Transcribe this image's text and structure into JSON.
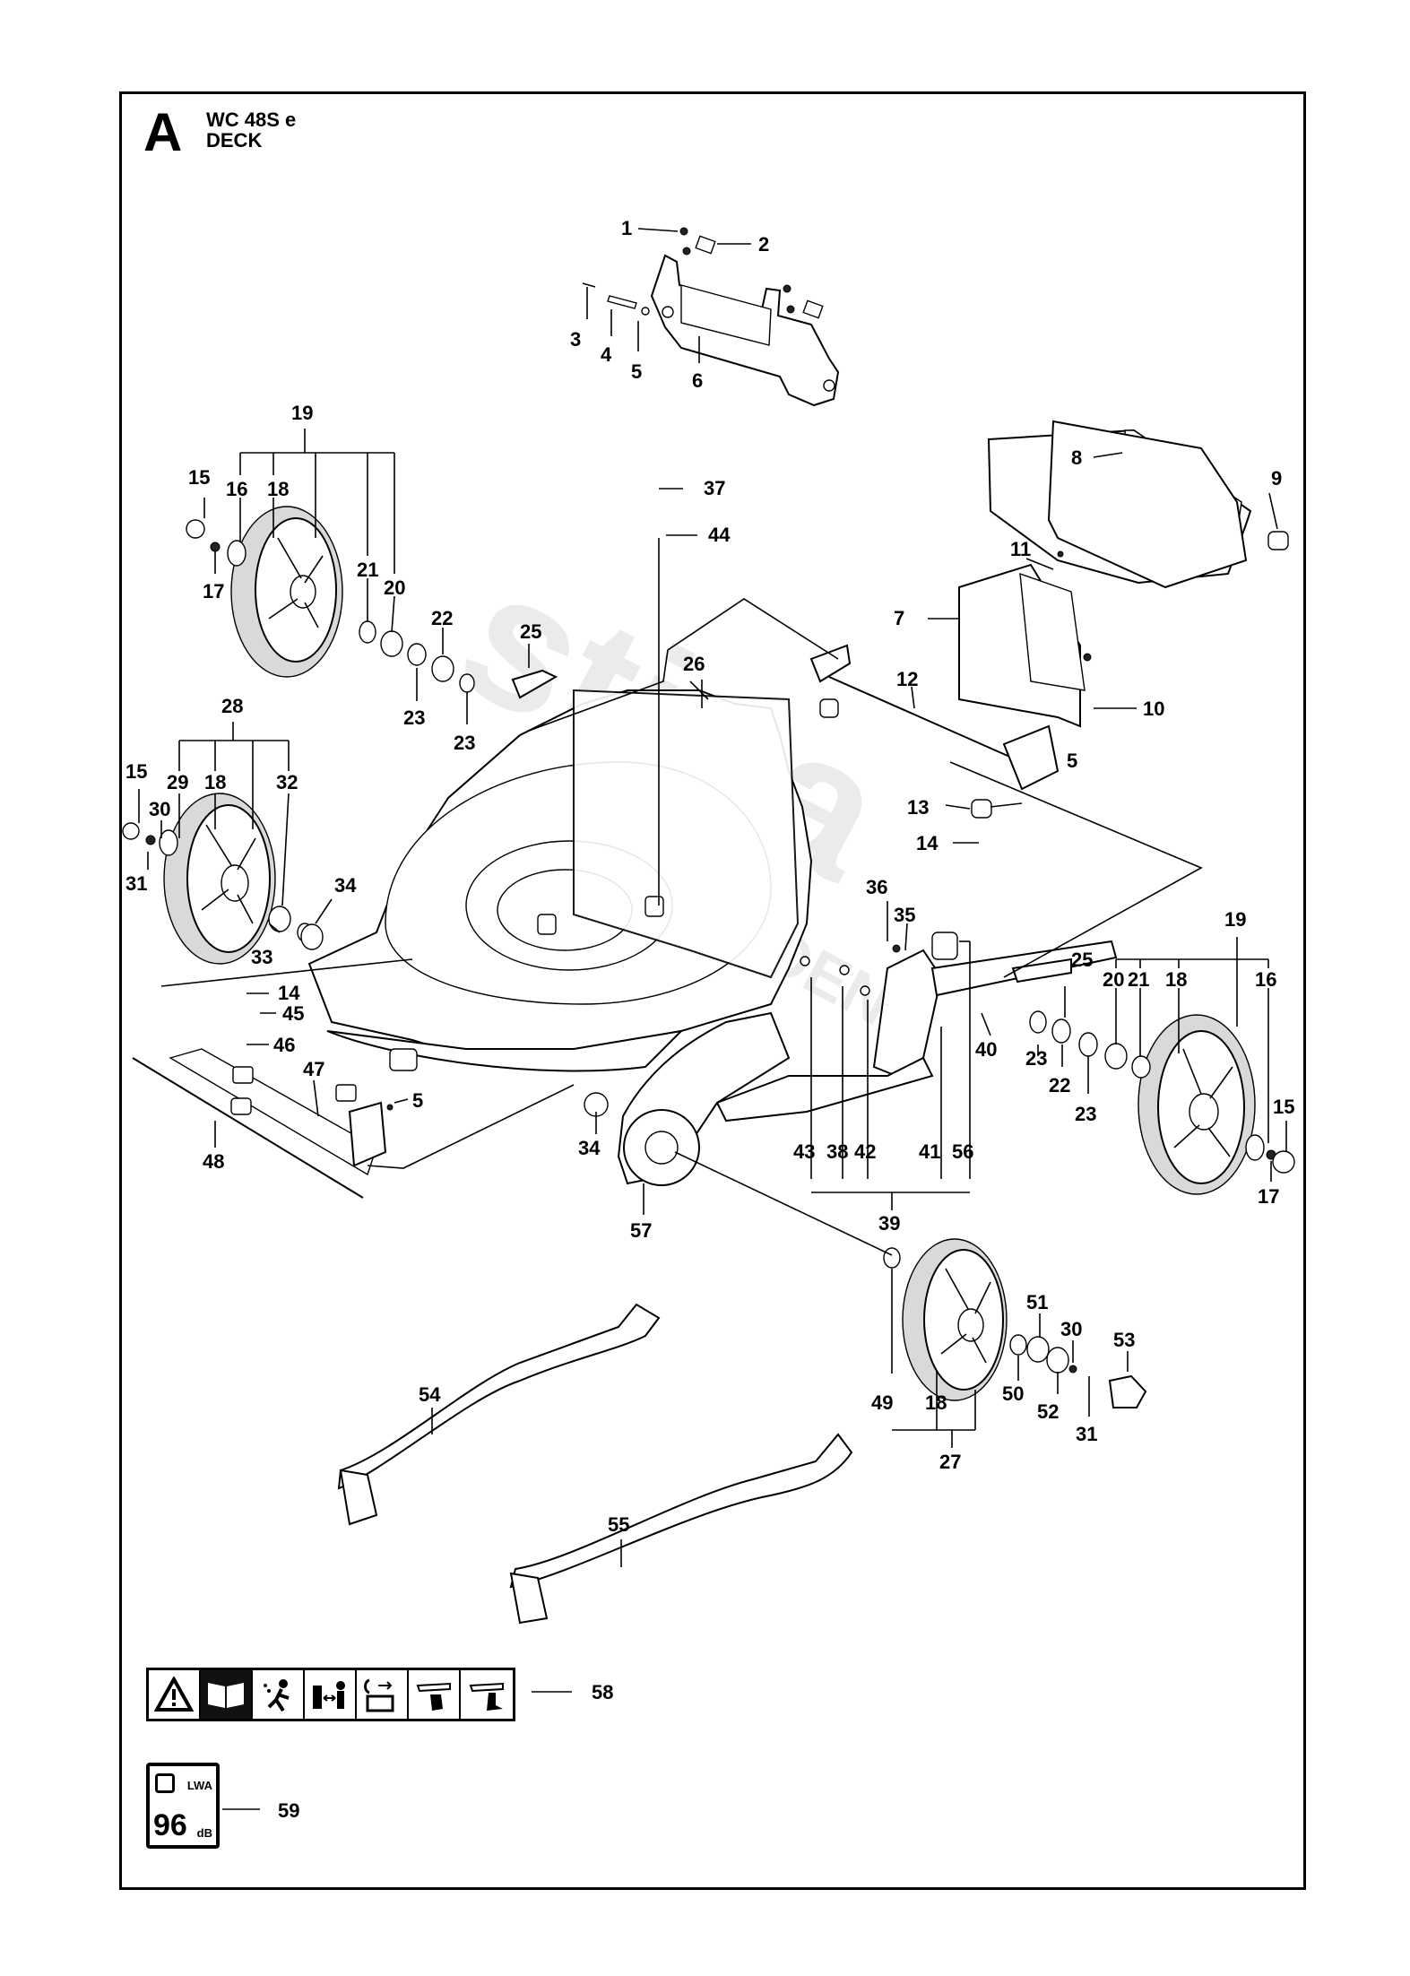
{
  "header": {
    "section_letter": "A",
    "model": "WC 48S e",
    "assembly": "DECK"
  },
  "callouts": {
    "c1": "1",
    "c2": "2",
    "c3": "3",
    "c4": "4",
    "c5a": "5",
    "c6": "6",
    "c7": "7",
    "c8": "8",
    "c9": "9",
    "c10": "10",
    "c11": "11",
    "c12": "12",
    "c13": "13",
    "c14a": "14",
    "c5b": "5",
    "c19a": "19",
    "c15a": "15",
    "c16a": "16",
    "c18a": "18",
    "c17a": "17",
    "c21a": "21",
    "c20a": "20",
    "c22a": "22",
    "c23a": "23",
    "c23b": "23",
    "c25a": "25",
    "c26": "26",
    "c37": "37",
    "c44": "44",
    "c28": "28",
    "c15b": "15",
    "c29": "29",
    "c18b": "18",
    "c32": "32",
    "c30a": "30",
    "c31a": "31",
    "c34a": "34",
    "c33": "33",
    "c14b": "14",
    "c45": "45",
    "c46": "46",
    "c47": "47",
    "c5c": "5",
    "c48": "48",
    "c34b": "34",
    "c57": "57",
    "c36": "36",
    "c35": "35",
    "c40": "40",
    "c43": "43",
    "c38": "38",
    "c42": "42",
    "c41": "41",
    "c56": "56",
    "c39": "39",
    "c19b": "19",
    "c25b": "25",
    "c20b": "20",
    "c21b": "21",
    "c18c": "18",
    "c16b": "16",
    "c23c": "23",
    "c22b": "22",
    "c23d": "23",
    "c15c": "15",
    "c17b": "17",
    "c51": "51",
    "c30b": "30",
    "c53": "53",
    "c49": "49",
    "c18d": "18",
    "c50": "50",
    "c52": "52",
    "c31b": "31",
    "c27": "27",
    "c54": "54",
    "c55": "55",
    "c58": "58",
    "c59": "59"
  },
  "warning_decal": {
    "icons": [
      "warning-triangle-icon",
      "manual-book-icon",
      "thrown-objects-icon",
      "keep-distance-icon",
      "disconnect-spark-plug-icon",
      "blade-hand-hazard-icon",
      "blade-foot-hazard-icon"
    ]
  },
  "noise_decal": {
    "value": "96",
    "lwa": "LWA",
    "unit": "dB"
  },
  "watermark": {
    "brand": "stiga",
    "sub": "GARDEN"
  }
}
